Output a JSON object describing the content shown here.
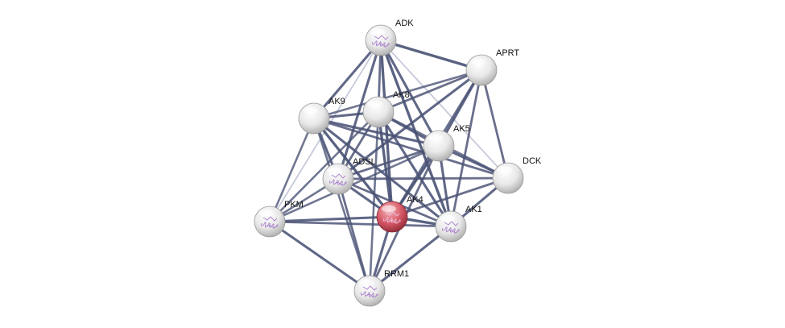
{
  "network": {
    "query_protein": "AK4",
    "colors": {
      "edge": "#4a5275",
      "edge_light": "#aab0c8",
      "node": "#e6e6e6",
      "query_node": "#d9606b",
      "structure": "#a070c8"
    },
    "nodes": [
      {
        "id": "ADK",
        "label": "ADK",
        "structure": true,
        "query": false
      },
      {
        "id": "APRT",
        "label": "APRT",
        "structure": false,
        "query": false
      },
      {
        "id": "AK9",
        "label": "AK9",
        "structure": false,
        "query": false
      },
      {
        "id": "AK8",
        "label": "AK8",
        "structure": false,
        "query": false
      },
      {
        "id": "AK5",
        "label": "AK5",
        "structure": false,
        "query": false
      },
      {
        "id": "DCK",
        "label": "DCK",
        "structure": false,
        "query": false
      },
      {
        "id": "ADSL",
        "label": "ADSL",
        "structure": true,
        "query": false
      },
      {
        "id": "PKM",
        "label": "PKM",
        "structure": true,
        "query": false
      },
      {
        "id": "AK4",
        "label": "AK4",
        "structure": true,
        "query": true
      },
      {
        "id": "AK1",
        "label": "AK1",
        "structure": true,
        "query": false
      },
      {
        "id": "RRM1",
        "label": "RRM1",
        "structure": true,
        "query": false
      }
    ],
    "edges": [
      [
        "ADK",
        "APRT",
        0.9
      ],
      [
        "ADK",
        "AK9",
        0.8
      ],
      [
        "ADK",
        "AK8",
        0.7
      ],
      [
        "ADK",
        "AK5",
        0.8
      ],
      [
        "ADK",
        "ADSL",
        0.8
      ],
      [
        "ADK",
        "AK4",
        0.9
      ],
      [
        "ADK",
        "AK1",
        0.9
      ],
      [
        "ADK",
        "DCK",
        0.3
      ],
      [
        "ADK",
        "PKM",
        0.3
      ],
      [
        "APRT",
        "AK8",
        0.7
      ],
      [
        "APRT",
        "AK5",
        0.8
      ],
      [
        "APRT",
        "ADSL",
        0.8
      ],
      [
        "APRT",
        "AK4",
        0.7
      ],
      [
        "APRT",
        "AK1",
        0.7
      ],
      [
        "APRT",
        "DCK",
        0.7
      ],
      [
        "APRT",
        "AK9",
        0.6
      ],
      [
        "AK9",
        "AK8",
        0.8
      ],
      [
        "AK9",
        "AK5",
        0.8
      ],
      [
        "AK9",
        "DCK",
        0.7
      ],
      [
        "AK9",
        "ADSL",
        0.8
      ],
      [
        "AK9",
        "PKM",
        0.6
      ],
      [
        "AK9",
        "AK4",
        0.9
      ],
      [
        "AK9",
        "AK1",
        0.8
      ],
      [
        "AK9",
        "RRM1",
        0.6
      ],
      [
        "AK8",
        "AK5",
        0.8
      ],
      [
        "AK8",
        "DCK",
        0.6
      ],
      [
        "AK8",
        "ADSL",
        0.7
      ],
      [
        "AK8",
        "PKM",
        0.6
      ],
      [
        "AK8",
        "AK4",
        0.9
      ],
      [
        "AK8",
        "AK1",
        0.8
      ],
      [
        "AK8",
        "RRM1",
        0.6
      ],
      [
        "AK5",
        "DCK",
        0.8
      ],
      [
        "AK5",
        "ADSL",
        0.7
      ],
      [
        "AK5",
        "PKM",
        0.6
      ],
      [
        "AK5",
        "AK4",
        0.9
      ],
      [
        "AK5",
        "AK1",
        0.8
      ],
      [
        "AK5",
        "RRM1",
        0.7
      ],
      [
        "DCK",
        "ADSL",
        0.7
      ],
      [
        "DCK",
        "AK4",
        0.7
      ],
      [
        "DCK",
        "AK1",
        0.8
      ],
      [
        "ADSL",
        "PKM",
        0.6
      ],
      [
        "ADSL",
        "AK4",
        0.8
      ],
      [
        "ADSL",
        "AK1",
        0.7
      ],
      [
        "ADSL",
        "RRM1",
        0.7
      ],
      [
        "PKM",
        "AK4",
        0.8
      ],
      [
        "PKM",
        "AK1",
        0.7
      ],
      [
        "PKM",
        "RRM1",
        0.8
      ],
      [
        "AK4",
        "AK1",
        0.9
      ],
      [
        "AK4",
        "RRM1",
        0.8
      ],
      [
        "AK1",
        "RRM1",
        0.8
      ]
    ]
  }
}
